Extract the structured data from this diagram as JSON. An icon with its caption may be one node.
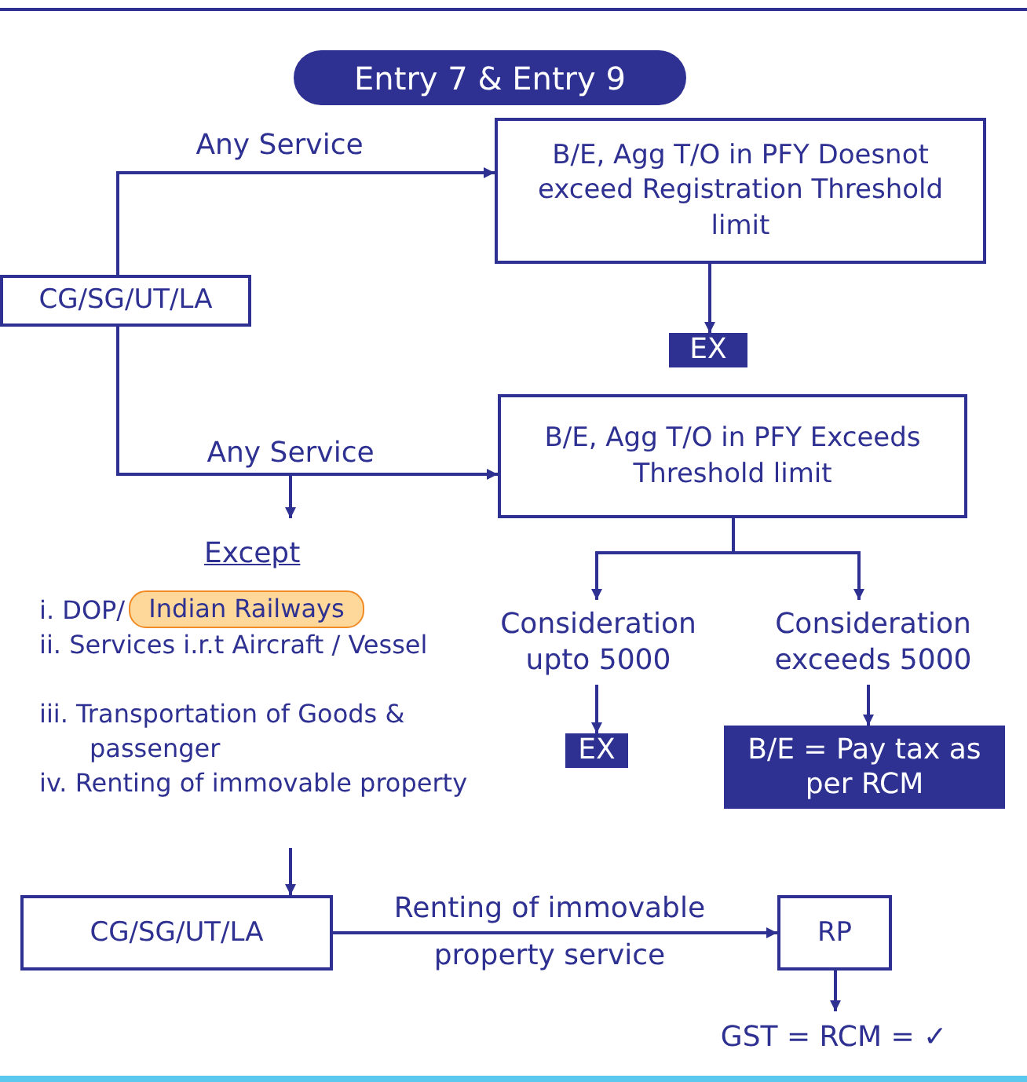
{
  "diagram": {
    "nodes": [
      {
        "text": [
          "Entry 7 & Entry 9"
        ]
      },
      {
        "text": [
          "CG/SG/UT/LA"
        ]
      },
      {
        "text": [
          "B/E, Agg T/O in PFY Doesnot exceed Registration Threshold limit"
        ]
      },
      {
        "text": [
          "EX"
        ]
      },
      {
        "text": [
          "B/E, Agg T/O in PFY Exceeds Threshold limit"
        ]
      },
      {
        "text": [
          "Except",
          "i. DOP/",
          "ii. Services i.r.t Aircraft / Vessel",
          "iii. Transportation of Goods & passenger",
          "iv. Renting of immovable property"
        ]
      },
      {
        "text": [
          "Indian Railways"
        ],
        "in": 5
      },
      {
        "text": [
          "Consideration upto 5000"
        ]
      },
      {
        "text": [
          "Consideration exceeds 5000"
        ]
      },
      {
        "text": [
          "EX"
        ]
      },
      {
        "text": [
          "B/E = Pay tax as per RCM"
        ]
      },
      {
        "text": [
          "CG/SG/UT/LA"
        ]
      },
      {
        "text": [
          "RP"
        ]
      },
      {
        "text": [
          "GST = RCM = ✓"
        ]
      }
    ],
    "edges": [
      {
        "from": 1,
        "to": 2,
        "arrow": "to",
        "label": "Any Service"
      },
      {
        "from": 1,
        "to": 4,
        "arrow": "to",
        "label": "Any Service"
      },
      {
        "from": 1,
        "to": 5,
        "arrow": "to"
      },
      {
        "from": 2,
        "to": 3,
        "arrow": "to"
      },
      {
        "from": 4,
        "to": 7,
        "arrow": "to"
      },
      {
        "from": 4,
        "to": 8,
        "arrow": "to"
      },
      {
        "from": 7,
        "to": 9,
        "arrow": "to"
      },
      {
        "from": 8,
        "to": 10,
        "arrow": "to"
      },
      {
        "from": 5,
        "to": 11,
        "arrow": "to"
      },
      {
        "from": 11,
        "to": 12,
        "arrow": "to",
        "label": "Renting of immovable property service"
      },
      {
        "from": 12,
        "to": 13,
        "arrow": "to"
      }
    ]
  }
}
